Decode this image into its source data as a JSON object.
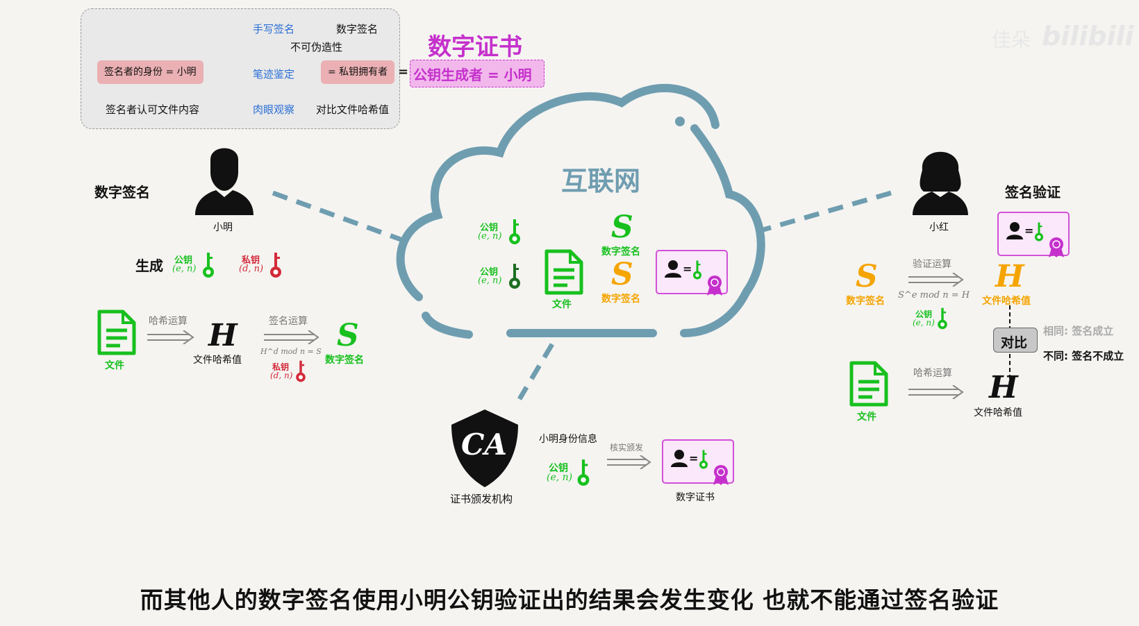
{
  "watermark": {
    "author": "佳朵",
    "brand": "bilibili"
  },
  "comparison_box": {
    "col_handwritten": "手写签名",
    "col_digital": "数字签名",
    "row_unforgeable": "不可伪造性",
    "signer_identity": "签名者的身份 = 小明",
    "handwriting_check": "笔迹鉴定",
    "private_key_owner": "= 私钥拥有者",
    "equals": "=",
    "signer_approves": "签名者认可文件内容",
    "visual_check": "肉眼观察",
    "compare_hash": "对比文件哈希值"
  },
  "cert_title": "数字证书",
  "cert_owner": "公钥生成者 = 小明",
  "internet": "互联网",
  "left": {
    "section": "数字签名",
    "person": "小明",
    "generate": "生成",
    "pubkey": "公钥",
    "pubkey_params": "(e, n)",
    "privkey": "私钥",
    "privkey_params": "(d, n)",
    "file": "文件",
    "hash_op": "哈希运算",
    "H": "H",
    "hash_value": "文件哈希值",
    "sign_op": "签名运算",
    "sign_formula": "H^d mod n = S",
    "S": "S",
    "signature": "数字签名"
  },
  "cloud": {
    "pubkey1": "公钥",
    "pubkey1_params": "(e, n)",
    "pubkey2": "公钥",
    "pubkey2_params": "(e, n)",
    "file": "文件",
    "S_green": "S",
    "sig_green": "数字签名",
    "S_orange": "S",
    "sig_orange": "数字签名",
    "cert_eq": "="
  },
  "ca": {
    "logo": "CA",
    "name": "证书颁发机构",
    "identity": "小明身份信息",
    "pubkey": "公钥",
    "pubkey_params": "(e, n)",
    "verify_issue": "核实颁发",
    "cert": "数字证书",
    "cert_eq": "="
  },
  "right": {
    "section": "签名验证",
    "person": "小红",
    "cert_eq": "=",
    "S": "S",
    "signature": "数字签名",
    "verify_op": "验证运算",
    "verify_formula": "S^e mod n = H",
    "pubkey": "公钥",
    "pubkey_params": "(e, n)",
    "H_orange": "H",
    "hash_value_orange": "文件哈希值",
    "compare": "对比",
    "same": "相同: 签名成立",
    "diff": "不同: 签名不成立",
    "file": "文件",
    "hash_op": "哈希运算",
    "H": "H",
    "hash_value": "文件哈希值"
  },
  "subtitle": "而其他人的数字签名使用小明公钥验证出的结果会发生变化 也就不能通过签名验证"
}
